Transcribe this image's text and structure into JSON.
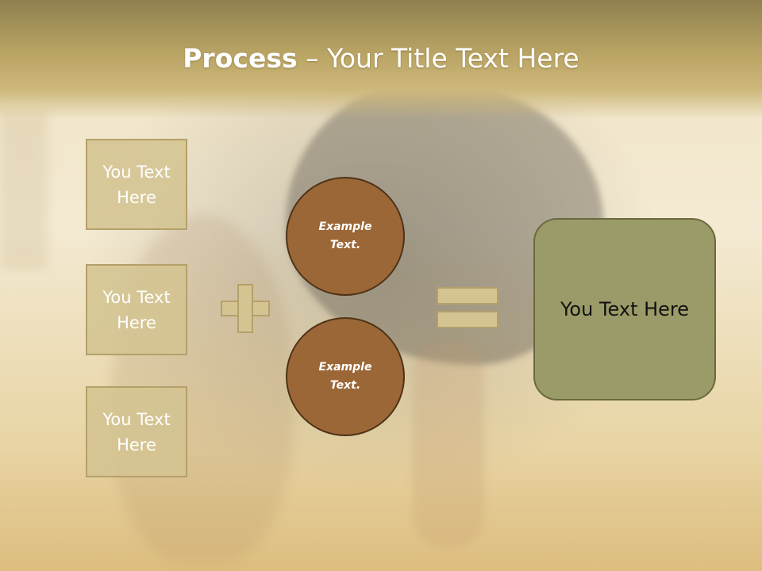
{
  "slide": {
    "title_strong": "Process",
    "title_rest": " – Your Title Text Here"
  },
  "left_boxes": [
    {
      "label": "You Text Here"
    },
    {
      "label": "You Text Here"
    },
    {
      "label": "You Text Here"
    }
  ],
  "circles": [
    {
      "line1": "Example",
      "line2": "Text."
    },
    {
      "line1": "Example",
      "line2": "Text."
    }
  ],
  "result_box": {
    "label": "You Text Here"
  },
  "colors": {
    "title_bar": "#b9a464",
    "text_box_fill": "#d4c492",
    "circle_fill": "#9c6736",
    "result_box_fill": "#9b9b69"
  },
  "icons": {
    "plus": "plus-icon",
    "equals": "equals-icon"
  }
}
